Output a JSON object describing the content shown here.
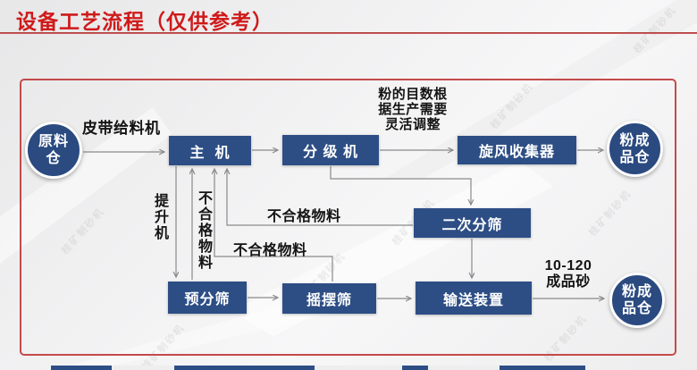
{
  "title": "设备工艺流程（仅供参考）",
  "watermark": "桂矿制砂机",
  "colors": {
    "title_red": "#cf1a1a",
    "frame_border_red": "#c44a4a",
    "node_navy": "#2d4e85",
    "connector_gray": "#8a8a8a",
    "label_black": "#141414"
  },
  "diagram": {
    "nodes": {
      "raw_bin": {
        "lines": [
          "原料",
          "仓"
        ]
      },
      "main_machine": {
        "label": "主  机"
      },
      "classifier": {
        "label": "分 级 机"
      },
      "cyclone": {
        "label": "旋风收集器"
      },
      "powder_bin_top": {
        "lines": [
          "粉成",
          "品仓"
        ]
      },
      "secondary_screen": {
        "label": "二次分筛"
      },
      "pre_screen": {
        "label": "预分筛"
      },
      "swing_screen": {
        "label": "摇摆筛"
      },
      "conveyor": {
        "label": "输送装置"
      },
      "powder_bin_bottom": {
        "lines": [
          "粉成",
          "品仓"
        ]
      }
    },
    "labels": {
      "belt_feeder": "皮带给料机",
      "mesh_note": {
        "l1": "粉的目数根",
        "l2": "据生产需要",
        "l3": "灵活调整"
      },
      "elevator": "提升机",
      "unqualified_vertical": "不合格物料",
      "unqualified_from_secondary": "不合格物料",
      "unqualified_from_swing": "不合格物料",
      "sand_note": {
        "l1": "10-120",
        "l2": "成品砂"
      }
    }
  }
}
